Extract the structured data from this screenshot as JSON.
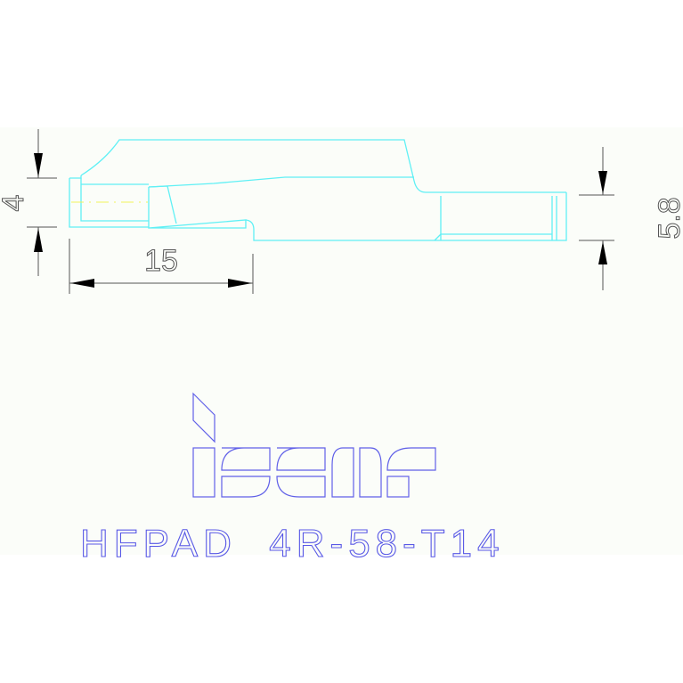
{
  "drawing": {
    "part_code": "HFPAD  4R-58-T14",
    "brand": "iscar",
    "dimensions": {
      "height_left": "4",
      "length": "15",
      "height_right": "5.8"
    },
    "colors": {
      "outline": "#5ff0f5",
      "centerline": "#f2f25a",
      "dimension": "#555555",
      "logo": "#6060e8",
      "background": "#fbfdf9"
    }
  }
}
